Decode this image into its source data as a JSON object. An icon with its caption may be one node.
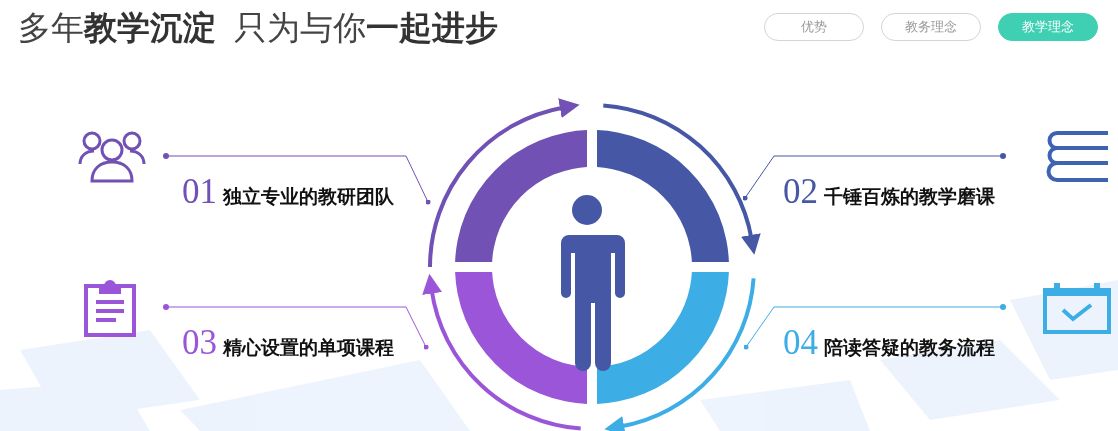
{
  "diagram": {
    "title": "多年**教学沉淀**  只为与你**一起进步**",
    "nodes": [
      {
        "text": [
          "01",
          "独立专业的教研团队"
        ]
      },
      {
        "text": [
          "02",
          "千锤百炼的教学磨课"
        ]
      },
      {
        "text": [
          "03",
          "精心设置的单项课程"
        ]
      },
      {
        "text": [
          "04",
          "陪读答疑的教务流程"
        ]
      }
    ],
    "edges": [
      {
        "from": 0,
        "to": null,
        "arrow": "other",
        "color": "#7151b4"
      },
      {
        "from": 1,
        "to": null,
        "arrow": "other",
        "color": "#4657a5"
      },
      {
        "from": 2,
        "to": null,
        "arrow": "other",
        "color": "#9b55d8"
      },
      {
        "from": 3,
        "to": null,
        "arrow": "other",
        "color": "#3dade6"
      }
    ],
    "labels": [
      "优势",
      "教务理念",
      "教学理念"
    ]
  }
}
